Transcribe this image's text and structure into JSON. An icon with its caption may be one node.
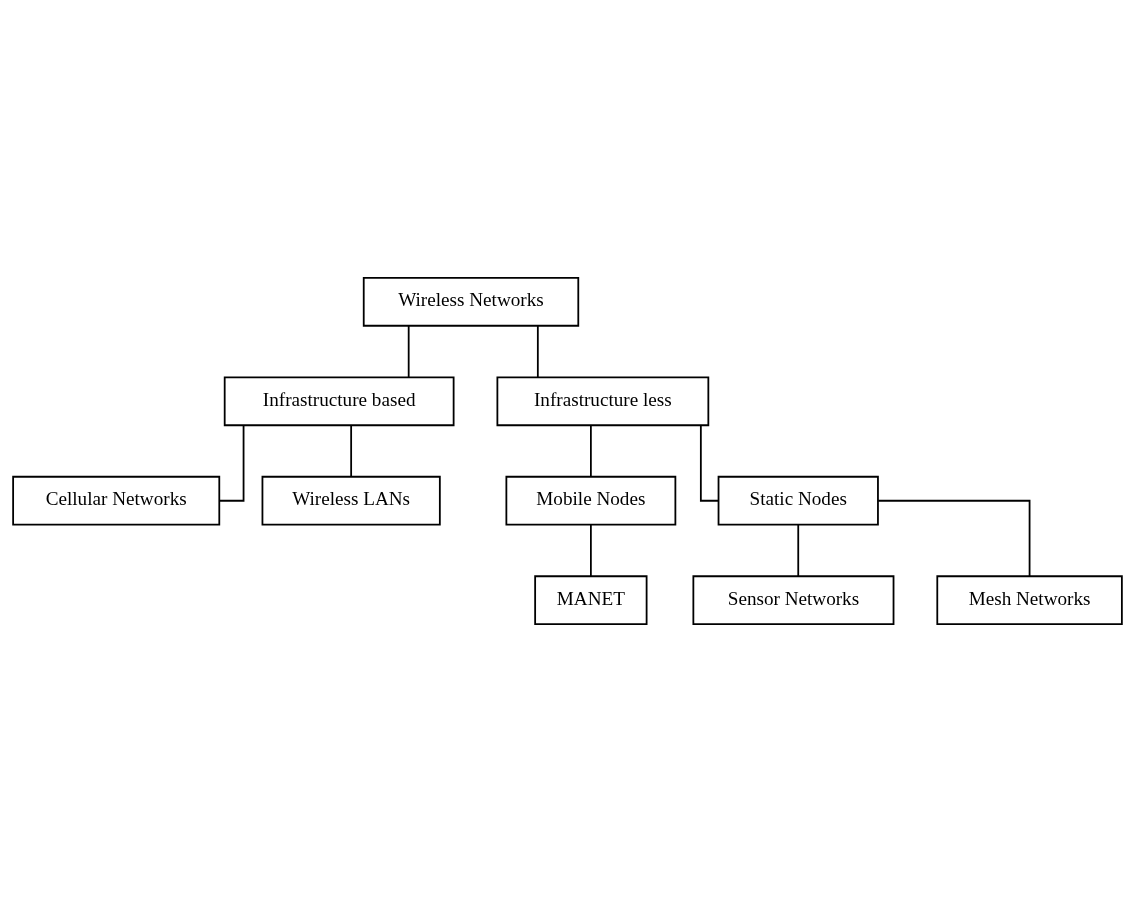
{
  "diagram": {
    "nodes": [
      {
        "text": [
          "Wireless Networks"
        ]
      },
      {
        "text": [
          "Infrastructure based"
        ]
      },
      {
        "text": [
          "Infrastructure less"
        ]
      },
      {
        "text": [
          "Cellular Networks"
        ]
      },
      {
        "text": [
          "Wireless LANs"
        ]
      },
      {
        "text": [
          "Mobile Nodes"
        ]
      },
      {
        "text": [
          "Static Nodes"
        ]
      },
      {
        "text": [
          "MANET"
        ]
      },
      {
        "text": [
          "Sensor Networks"
        ]
      },
      {
        "text": [
          "Mesh Networks"
        ]
      }
    ],
    "edges": [
      {
        "from": 0,
        "to": 1,
        "arrow": "none"
      },
      {
        "from": 0,
        "to": 2,
        "arrow": "none"
      },
      {
        "from": 1,
        "to": 3,
        "arrow": "none"
      },
      {
        "from": 1,
        "to": 4,
        "arrow": "none"
      },
      {
        "from": 2,
        "to": 5,
        "arrow": "none"
      },
      {
        "from": 2,
        "to": 6,
        "arrow": "none"
      },
      {
        "from": 5,
        "to": 7,
        "arrow": "none"
      },
      {
        "from": 6,
        "to": 8,
        "arrow": "none"
      },
      {
        "from": 6,
        "to": 9,
        "arrow": "none"
      }
    ]
  }
}
